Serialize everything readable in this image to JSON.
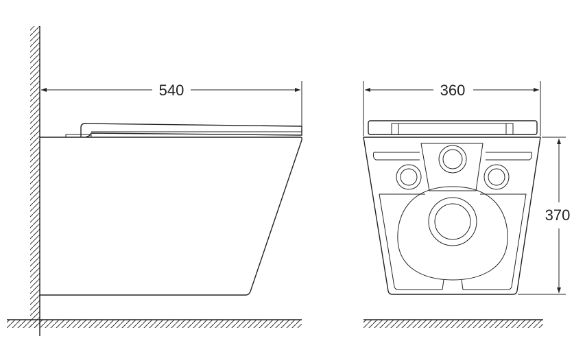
{
  "side_view": {
    "width_dimension": "540"
  },
  "front_view": {
    "width_dimension": "360",
    "height_dimension": "370"
  },
  "colors": {
    "line": "#222222",
    "background": "#ffffff"
  }
}
